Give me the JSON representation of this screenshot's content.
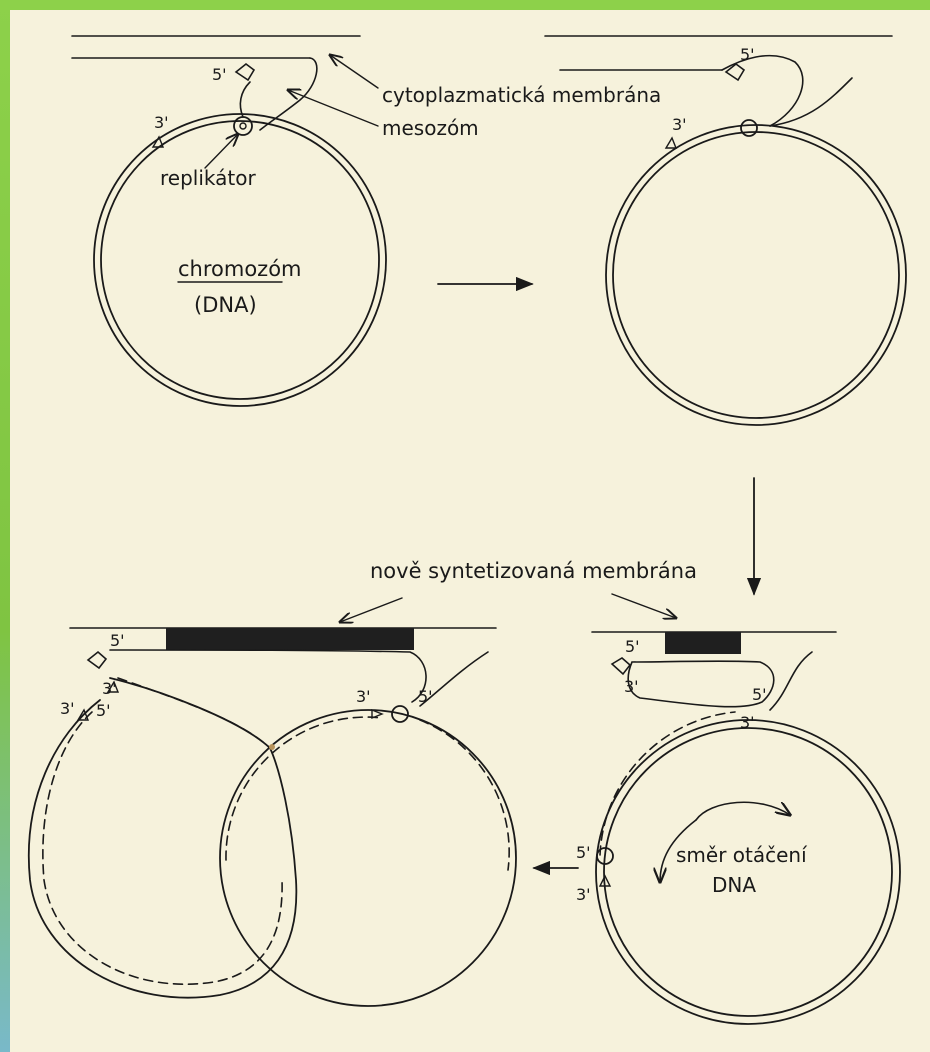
{
  "labels": {
    "cytoplasmic_membrane": "cytoplazmatická membrána",
    "mesosome": "mesozóm",
    "replicator": "replikátor",
    "chromosome": "chromozóm",
    "dna_paren": "(DNA)",
    "new_membrane": "nově syntetizovaná membrána",
    "rotation_direction": "směr otáčení",
    "rotation_dna": "DNA",
    "five_prime": "5'",
    "three_prime": "3'"
  },
  "colors": {
    "ink": "#1a1a1a",
    "paper": "#f6f2dc",
    "frame": "#7fc442",
    "membrane_fill": "#1f1f1f"
  }
}
